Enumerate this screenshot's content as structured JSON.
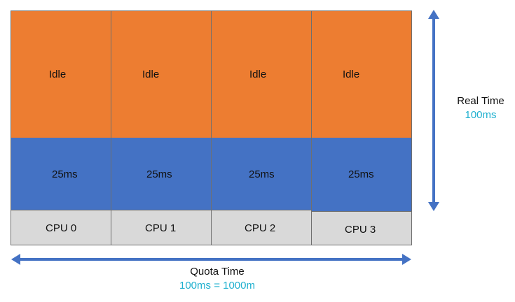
{
  "grid": {
    "columns": [
      {
        "idle": "Idle",
        "run": "25ms",
        "cpu": "CPU 0"
      },
      {
        "idle": "Idle",
        "run": "25ms",
        "cpu": "CPU 1"
      },
      {
        "idle": "Idle",
        "run": "25ms",
        "cpu": "CPU 2"
      },
      {
        "idle": "Idle",
        "run": "25ms",
        "cpu": "CPU 3"
      }
    ]
  },
  "real_time": {
    "label": "Real Time",
    "value": "100ms"
  },
  "quota_time": {
    "label": "Quota Time",
    "value": "100ms = 1000m"
  },
  "colors": {
    "idle": "#ed7d31",
    "run": "#4472c4",
    "cpu": "#d9d9d9",
    "arrow": "#4472c4",
    "value_text": "#1fb0cf"
  }
}
